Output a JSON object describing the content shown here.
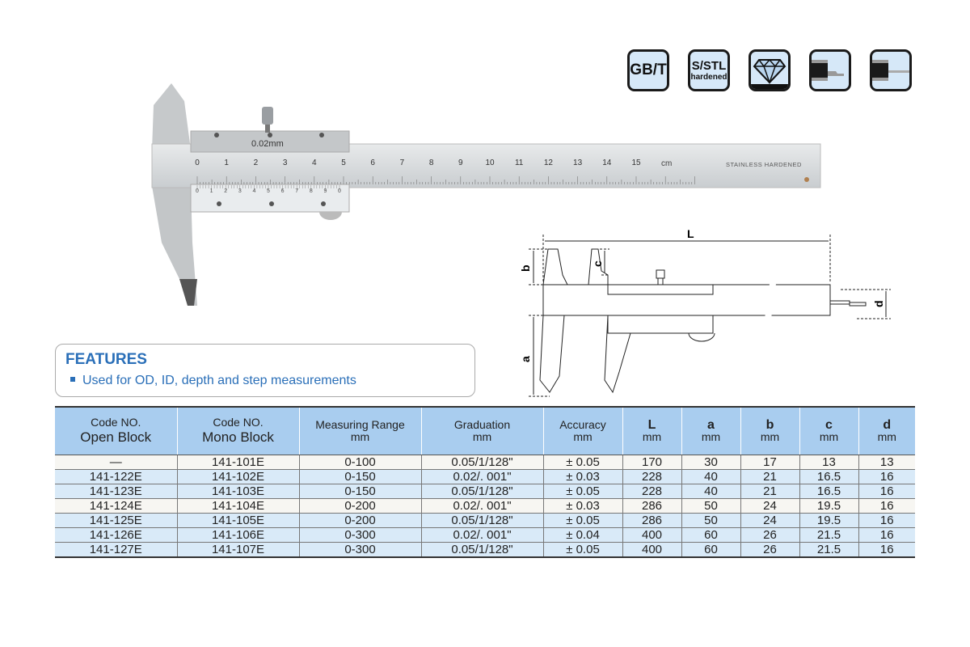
{
  "badges": [
    {
      "name": "gbt-standard-badge",
      "line1": "GB/T",
      "line2": ""
    },
    {
      "name": "stainless-hardened-badge",
      "line1": "S/STL",
      "line2": "hardened"
    },
    {
      "name": "diamond-icon",
      "icon": "diamond"
    },
    {
      "name": "depth-rod-flat-icon",
      "icon": "depth-rod-flat"
    },
    {
      "name": "depth-rod-round-icon",
      "icon": "depth-rod-round"
    }
  ],
  "caliper": {
    "resolution_label": "0.02mm",
    "main_scale": [
      "0",
      "1",
      "2",
      "3",
      "4",
      "5",
      "6",
      "7",
      "8",
      "9",
      "10",
      "11",
      "12",
      "13",
      "14",
      "15"
    ],
    "unit": "cm",
    "engraving": "STAINLESS HARDENED",
    "vernier_scale": [
      "0",
      "1",
      "2",
      "3",
      "4",
      "5",
      "6",
      "7",
      "8",
      "9",
      "0"
    ]
  },
  "diagram": {
    "L": "L",
    "a": "a",
    "b": "b",
    "c": "c",
    "d": "d"
  },
  "features": {
    "title": "FEATURES",
    "items": [
      "Used for OD, ID, depth and step measurements"
    ]
  },
  "table": {
    "headers": [
      {
        "top": "Code NO.",
        "bottom": "Open Block"
      },
      {
        "top": "Code NO.",
        "bottom": "Mono Block"
      },
      {
        "top": "Measuring Range",
        "bottom": "mm"
      },
      {
        "top": "Graduation",
        "bottom": "mm"
      },
      {
        "top": "Accuracy",
        "bottom": "mm"
      },
      {
        "top": "L",
        "bottom": "mm"
      },
      {
        "top": "a",
        "bottom": "mm"
      },
      {
        "top": "b",
        "bottom": "mm"
      },
      {
        "top": "c",
        "bottom": "mm"
      },
      {
        "top": "d",
        "bottom": "mm"
      }
    ],
    "rows": [
      [
        "—",
        "141-101E",
        "0-100",
        "0.05/1/128\"",
        "± 0.05",
        "170",
        "30",
        "17",
        "13",
        "13"
      ],
      [
        "141-122E",
        "141-102E",
        "0-150",
        "0.02/. 001\"",
        "± 0.03",
        "228",
        "40",
        "21",
        "16.5",
        "16"
      ],
      [
        "141-123E",
        "141-103E",
        "0-150",
        "0.05/1/128\"",
        "± 0.05",
        "228",
        "40",
        "21",
        "16.5",
        "16"
      ],
      [
        "141-124E",
        "141-104E",
        "0-200",
        "0.02/. 001\"",
        "± 0.03",
        "286",
        "50",
        "24",
        "19.5",
        "16"
      ],
      [
        "141-125E",
        "141-105E",
        "0-200",
        "0.05/1/128\"",
        "± 0.05",
        "286",
        "50",
        "24",
        "19.5",
        "16"
      ],
      [
        "141-126E",
        "141-106E",
        "0-300",
        "0.02/. 001\"",
        "± 0.04",
        "400",
        "60",
        "26",
        "21.5",
        "16"
      ],
      [
        "141-127E",
        "141-107E",
        "0-300",
        "0.05/1/128\"",
        "± 0.05",
        "400",
        "60",
        "26",
        "21.5",
        "16"
      ]
    ]
  }
}
